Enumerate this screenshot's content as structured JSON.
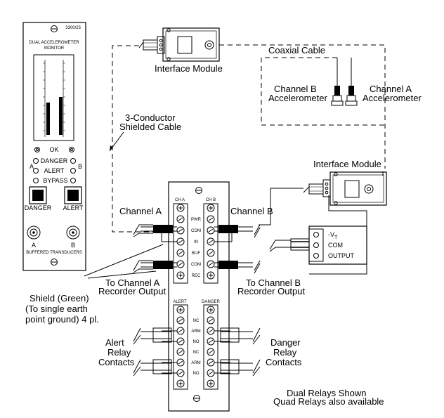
{
  "monitor": {
    "model": "3300/25",
    "title_line1": "DUAL ACCELEROMETER",
    "title_line2": "MONITOR",
    "leds": {
      "ok": "OK",
      "danger": "DANGER",
      "alert": "ALERT",
      "bypass": "BYPASS",
      "side_a": "A",
      "side_b": "B"
    },
    "buttons": {
      "danger": "DANGER",
      "alert": "ALERT"
    },
    "connectors": {
      "a": "A",
      "b": "B"
    },
    "footer": "BUFFERED TRANSDUCERS"
  },
  "labels": {
    "interface_module_top": "Interface Module",
    "coaxial_cable": "Coaxial Cable",
    "channel_b_accel_1": "Channel B",
    "channel_b_accel_2": "Accelerometer",
    "channel_a_accel_1": "Channel A",
    "channel_a_accel_2": "Accelerometer",
    "three_conductor_1": "3-Conductor",
    "three_conductor_2": "Shielded Cable",
    "interface_module_right": "Interface Module",
    "channel_a": "Channel A",
    "channel_b": "Channel B",
    "vt_minus": "-V",
    "vt_sub": "T",
    "com": "COM",
    "output": "OUTPUT",
    "to_ch_a_1": "To Channel A",
    "to_ch_a_2": "Recorder Output",
    "to_ch_b_1": "To Channel B",
    "to_ch_b_2": "Recorder Output",
    "shield_1": "Shield (Green)",
    "shield_2": "(To single earth",
    "shield_3": "point ground) 4 pl.",
    "alert_relay_1": "Alert",
    "alert_relay_2": "Relay",
    "alert_relay_3": "Contacts",
    "danger_relay_1": "Danger",
    "danger_relay_2": "Relay",
    "danger_relay_3": "Contacts",
    "dual_relays": "Dual Relays Shown",
    "quad_relays": "Quad Relays also available"
  },
  "terminal_block": {
    "ch_a": "CH A",
    "ch_b": "CH B",
    "rows": [
      "PWR",
      "COM",
      "IN",
      "BUF",
      "COM",
      "REC"
    ],
    "alert": "ALERT",
    "danger": "DANGER",
    "relay_rows": [
      "NC",
      "ARM",
      "NO",
      "NC",
      "ARM",
      "NO"
    ]
  }
}
